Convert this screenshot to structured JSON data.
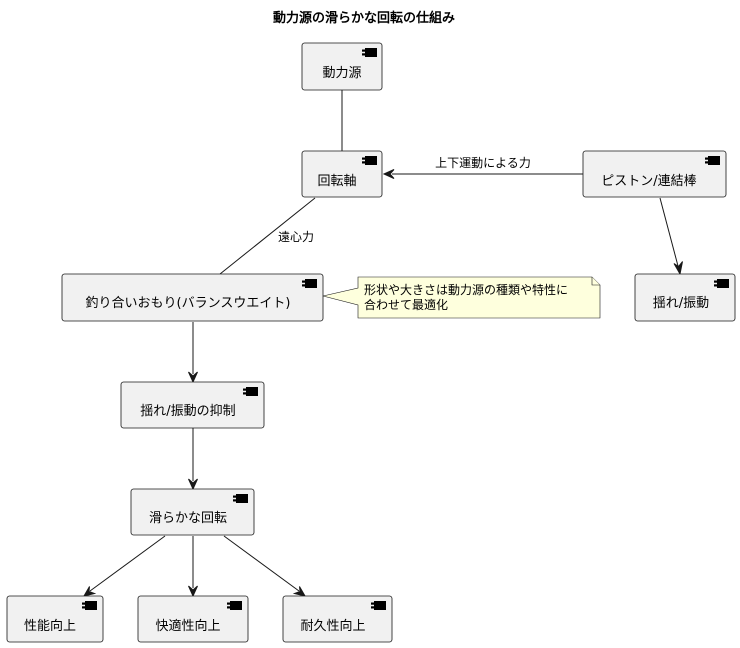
{
  "title": "動力源の滑らかな回転の仕組み",
  "nodes": {
    "power": "動力源",
    "shaft": "回転軸",
    "piston": "ピストン/連結棒",
    "sway": "揺れ/振動",
    "counterweight": "釣り合いおもり(バランスウエイト)",
    "suppress": "揺れ/振動の抑制",
    "smooth": "滑らかな回転",
    "perf": "性能向上",
    "comfort": "快適性向上",
    "durable": "耐久性向上"
  },
  "edges": {
    "force_label": "上下運動による力",
    "centrifugal_label": "遠心力"
  },
  "note": {
    "line1": "形状や大きさは動力源の種類や特性に",
    "line2": "合わせて最適化"
  }
}
